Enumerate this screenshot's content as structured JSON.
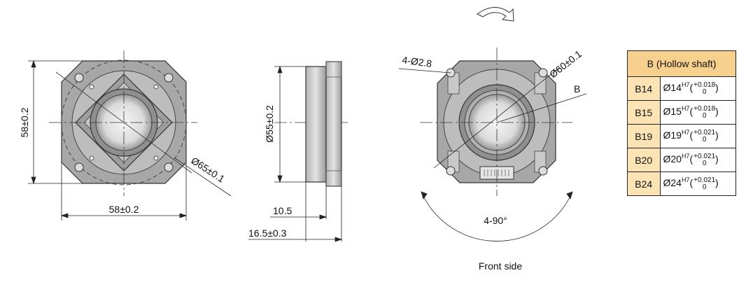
{
  "labels": {
    "left_height": "58±0.2",
    "left_width": "58±0.2",
    "left_diameter": "Ø65±0.1",
    "side_diameter": "Ø55±0.2",
    "side_depth_a": "10.5",
    "side_depth_b": "16.5±0.3",
    "front_holes": "4-Ø2.8",
    "front_pcd": "Ø60±0.1",
    "front_bore": "B",
    "front_angle": "4-90°",
    "caption": "Front side"
  },
  "table": {
    "header": "B (Hollow shaft)",
    "rows": [
      {
        "code": "B14",
        "dia": "Ø14",
        "fit": "H7",
        "tol_upper": "+0.018",
        "tol_lower": "0"
      },
      {
        "code": "B15",
        "dia": "Ø15",
        "fit": "H7",
        "tol_upper": "+0.018",
        "tol_lower": "0"
      },
      {
        "code": "B19",
        "dia": "Ø19",
        "fit": "H7",
        "tol_upper": "+0.021",
        "tol_lower": "0"
      },
      {
        "code": "B20",
        "dia": "Ø20",
        "fit": "H7",
        "tol_upper": "+0.021",
        "tol_lower": "0"
      },
      {
        "code": "B24",
        "dia": "Ø24",
        "fit": "H7",
        "tol_upper": "+0.021",
        "tol_lower": "0"
      }
    ]
  },
  "colors": {
    "body_gray": "#a9a9a9",
    "bore_gray": "#d2d2d2",
    "table_header": "#f8d08d",
    "table_code": "#fbe3b4"
  }
}
